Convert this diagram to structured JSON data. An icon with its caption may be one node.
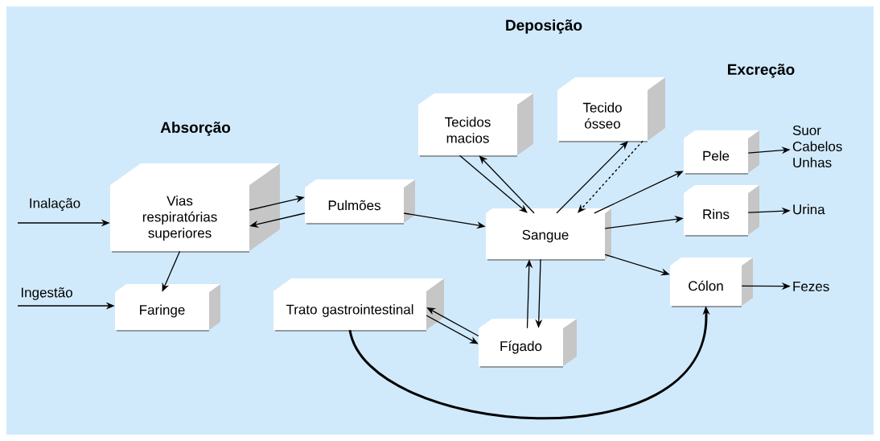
{
  "diagram": {
    "nodes": [
      {
        "text": [
          "Vias respiratórias superiores"
        ]
      },
      {
        "text": [
          "Pulmões"
        ]
      },
      {
        "text": [
          "Faringe"
        ]
      },
      {
        "text": [
          "Trato gastrointestinal"
        ]
      },
      {
        "text": [
          "Fígado"
        ]
      },
      {
        "text": [
          "Tecidos macios"
        ]
      },
      {
        "text": [
          "Tecido ósseo"
        ]
      },
      {
        "text": [
          "Sangue"
        ]
      },
      {
        "text": [
          "Pele"
        ]
      },
      {
        "text": [
          "Rins"
        ]
      },
      {
        "text": [
          "Cólon"
        ]
      },
      {
        "text": [
          "Suor Cabelos Unhas"
        ]
      },
      {
        "text": [
          "Urina"
        ]
      },
      {
        "text": [
          "Fezes"
        ]
      }
    ],
    "edges": [
      {
        "from": null,
        "to": 0,
        "arrow": "to",
        "label": "Inalação"
      },
      {
        "from": null,
        "to": 2,
        "arrow": "to",
        "label": "Ingestão"
      },
      {
        "from": 0,
        "to": 1,
        "arrow": "to"
      },
      {
        "from": 1,
        "to": 0,
        "arrow": "to"
      },
      {
        "from": 0,
        "to": 2,
        "arrow": "to"
      },
      {
        "from": 1,
        "to": 7,
        "arrow": "to"
      },
      {
        "from": 5,
        "to": 7,
        "arrow": "to"
      },
      {
        "from": 7,
        "to": 5,
        "arrow": "to"
      },
      {
        "from": 7,
        "to": 6,
        "arrow": "to"
      },
      {
        "from": 6,
        "to": 7,
        "arrow": "to",
        "style": "dashed"
      },
      {
        "from": 7,
        "to": 8,
        "arrow": "to"
      },
      {
        "from": 7,
        "to": 9,
        "arrow": "to"
      },
      {
        "from": 7,
        "to": 10,
        "arrow": "to"
      },
      {
        "from": 4,
        "to": 7,
        "arrow": "to"
      },
      {
        "from": 7,
        "to": 4,
        "arrow": "to"
      },
      {
        "from": 3,
        "to": 4,
        "arrow": "to"
      },
      {
        "from": 4,
        "to": 3,
        "arrow": "to"
      },
      {
        "from": 3,
        "to": 10,
        "arrow": "to",
        "style": "thick"
      },
      {
        "from": 8,
        "to": 11,
        "arrow": "to"
      },
      {
        "from": 9,
        "to": 12,
        "arrow": "to"
      },
      {
        "from": 10,
        "to": 13,
        "arrow": "to"
      }
    ],
    "labels": [
      "Deposição",
      "Excreção",
      "Absorção"
    ]
  }
}
